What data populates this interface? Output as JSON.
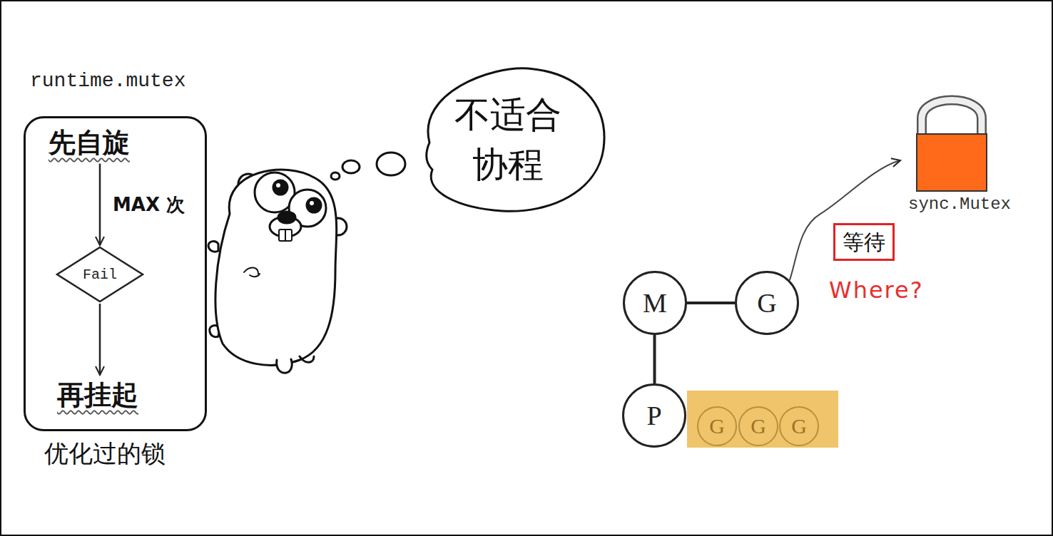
{
  "diagram": {
    "nodes": [
      {
        "text": [
          "runtime.mutex",
          "优化过的锁"
        ]
      },
      {
        "text": [
          "先自旋"
        ],
        "in": 0
      },
      {
        "text": [
          "Fail"
        ],
        "in": 0
      },
      {
        "text": [
          "再挂起"
        ],
        "in": 0
      },
      {
        "text": [
          "不适合 协程"
        ]
      },
      {
        "text": [
          "sync.Mutex"
        ]
      },
      {
        "text": [
          "等待"
        ]
      },
      {
        "text": [
          "M"
        ]
      },
      {
        "text": [
          "G"
        ]
      },
      {
        "text": [
          "P"
        ]
      },
      {
        "text": [
          "G"
        ]
      },
      {
        "text": [
          "G"
        ]
      },
      {
        "text": [
          "G"
        ]
      }
    ],
    "edges": [
      {
        "from": 1,
        "to": 2,
        "arrow": "to",
        "label": "MAX 次"
      },
      {
        "from": 2,
        "to": 3,
        "arrow": "to"
      },
      {
        "from": 7,
        "to": 8,
        "arrow": "none"
      },
      {
        "from": 7,
        "to": 9,
        "arrow": "none"
      },
      {
        "from": 8,
        "to": 5,
        "arrow": "to"
      }
    ],
    "labels": [
      "Where?"
    ]
  }
}
